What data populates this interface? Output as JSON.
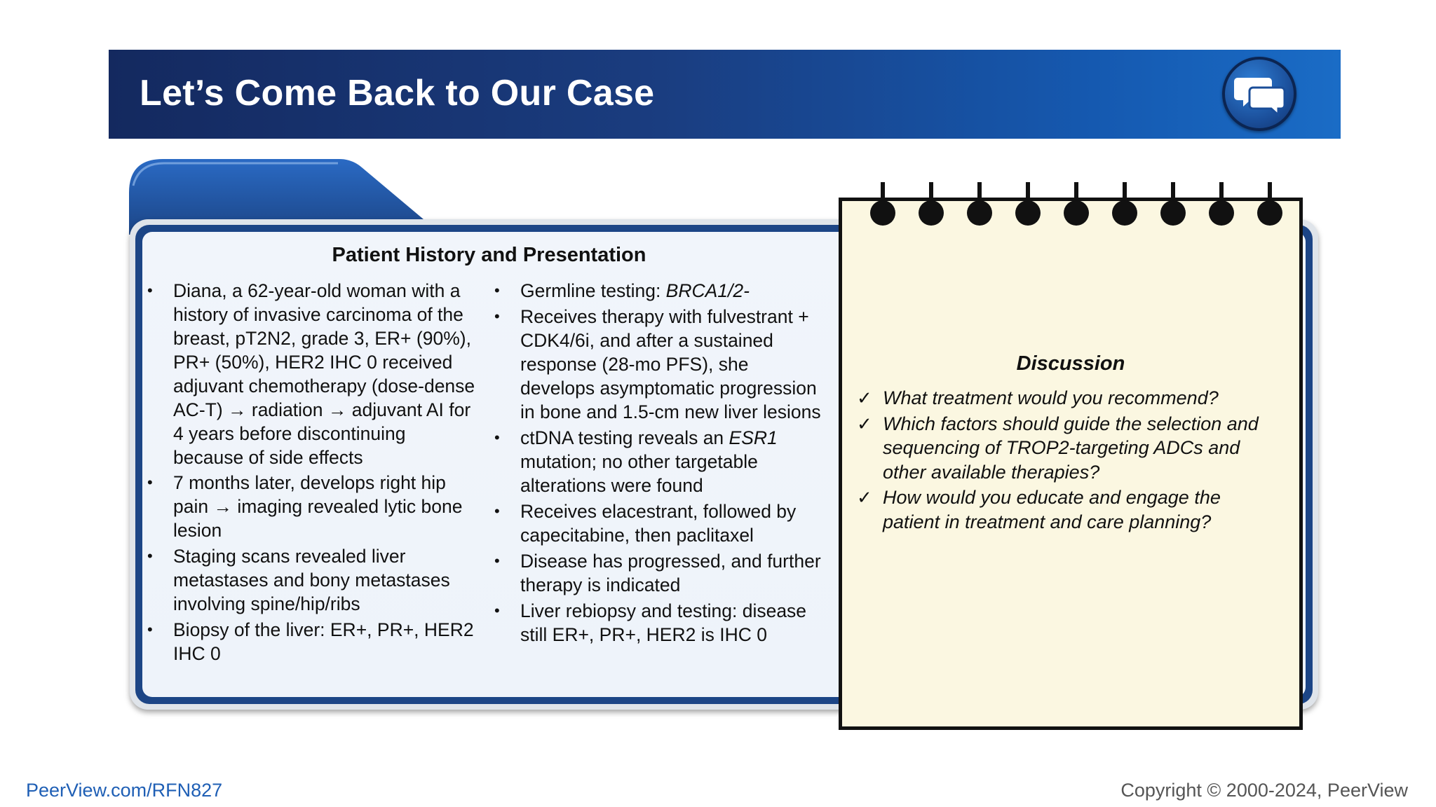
{
  "header": {
    "title": "Let’s Come Back to Our Case",
    "icon": "chat-bubbles-icon"
  },
  "panel": {
    "title": "Patient History and Presentation",
    "left_items": [
      "Diana, a 62-year-old woman with a history of invasive carcinoma of the breast, pT2N2, grade 3, ER+ (90%), PR+ (50%), HER2 IHC 0 received adjuvant chemotherapy (dose-dense AC-T) → radiation → adjuvant AI for 4 years before discontinuing because of side effects",
      "7 months later, develops right hip pain → imaging revealed lytic bone lesion",
      "Staging scans revealed liver metastases and bony metastases involving spine/hip/ribs",
      "Biopsy of the liver: ER+, PR+, HER2 IHC 0"
    ],
    "right_items": {
      "germline_prefix": "Germline testing: ",
      "germline_italic": "BRCA1/2-",
      "fulvestrant": "Receives therapy with fulvestrant + CDK4/6i, and after a sustained response (28-mo PFS), she develops asymptomatic progression in bone and 1.5-cm new liver lesions",
      "ctdna_prefix": "ctDNA testing reveals an ",
      "ctdna_italic": "ESR1",
      "ctdna_suffix": " mutation; no other targetable alterations were found",
      "elacestrant": "Receives elacestrant, followed by capecitabine, then paclitaxel",
      "progressed": "Disease has progressed, and further therapy is indicated",
      "rebiopsy": "Liver rebiopsy and testing: disease still ER+, PR+, HER2 is IHC 0"
    },
    "bullet": "•"
  },
  "discussion": {
    "title": "Discussion",
    "check": "✓",
    "items": [
      "What treatment would you recommend?",
      "Which factors should guide the selection and sequencing of TROP2-targeting ADCs and other available therapies?",
      "How would you educate and engage the patient in treatment and care planning?"
    ]
  },
  "footer": {
    "link": "PeerView.com/RFN827",
    "copyright": "Copyright © 2000-2024, PeerView"
  },
  "colors": {
    "header_dark": "#14295f",
    "header_light": "#1a6cc6",
    "panel_border": "#1c4586",
    "notebook_bg": "#fbf7e1",
    "link": "#1f5fb5"
  }
}
